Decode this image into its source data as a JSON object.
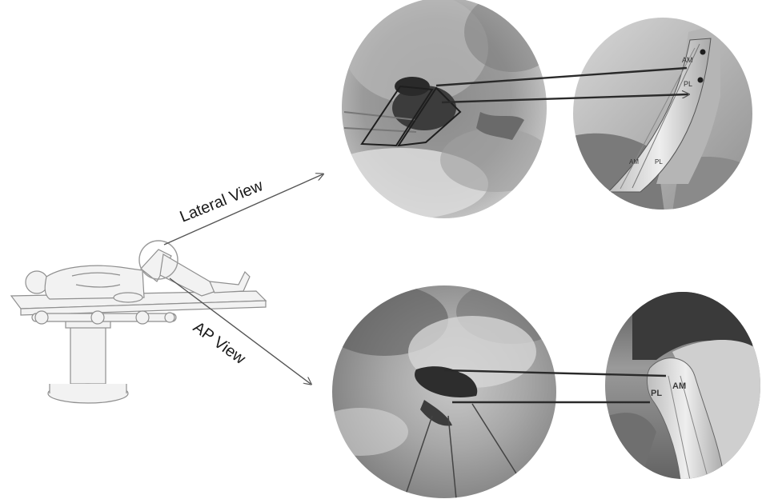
{
  "views": {
    "lateral": {
      "label": "Lateral View",
      "inset_labels": [
        "AM",
        "PL",
        "AM",
        "PL"
      ]
    },
    "ap": {
      "label": "AP View",
      "inset_labels": [
        "PL",
        "AM"
      ]
    }
  }
}
